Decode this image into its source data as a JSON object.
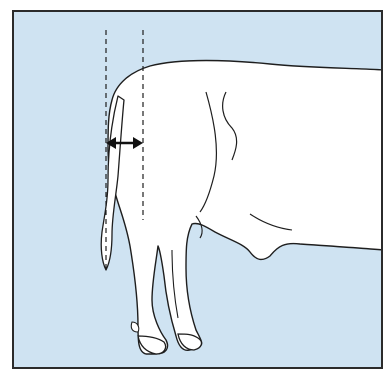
{
  "diagram": {
    "subject": "cow-hindquarters-rear-leg",
    "measurement": "rear-width",
    "colors": {
      "background_panel": "#cfe3f2",
      "border": "#2b2b2b",
      "animal_fill": "#ffffff",
      "outline": "#1e1e1e",
      "guide_line": "#1e1e1e",
      "arrow": "#111111"
    },
    "icons": {
      "arrow": "double-headed-arrow-icon",
      "guide": "dashed-guide-line"
    }
  }
}
